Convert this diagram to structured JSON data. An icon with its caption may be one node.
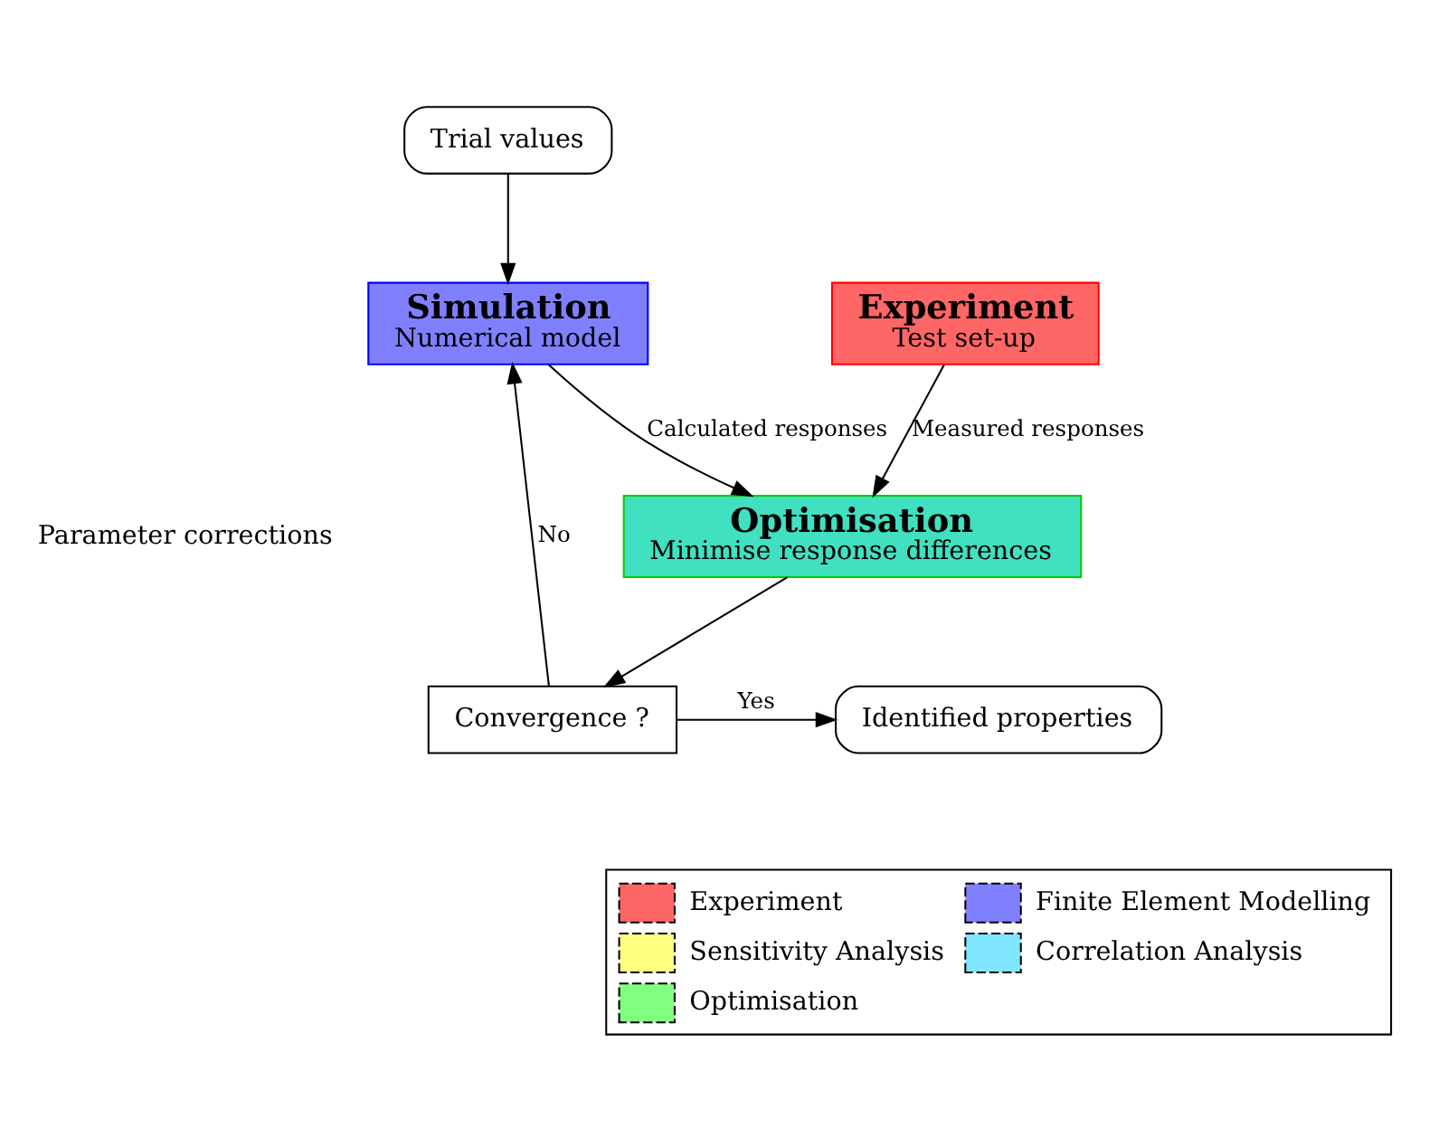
{
  "diagram": {
    "nodes": [
      {
        "text": [
          "Trial values"
        ]
      },
      {
        "text": [
          "Experiment",
          "Test set-up"
        ]
      },
      {
        "text": [
          "Simulation",
          "Numerical model"
        ]
      },
      {
        "text": [
          "Optimisation",
          "Minimise response differences"
        ]
      },
      {
        "text": [
          "Convergence ?"
        ]
      },
      {
        "text": [
          "Identified properties"
        ]
      }
    ],
    "edges": [
      {
        "from": 0,
        "to": 2,
        "arrow": "to"
      },
      {
        "from": 1,
        "to": 3,
        "arrow": "to",
        "label": "Measured responses"
      },
      {
        "from": 2,
        "to": 3,
        "arrow": "to",
        "label": "Calculated responses"
      },
      {
        "from": 3,
        "to": 4,
        "arrow": "to"
      },
      {
        "from": 4,
        "to": 5,
        "arrow": "to",
        "label": "Yes"
      },
      {
        "from": 4,
        "to": 2,
        "arrow": "to",
        "label": "No"
      }
    ],
    "labels": [
      "Parameter corrections"
    ],
    "legend": [
      {
        "text": "Experiment",
        "color": "#ff6666"
      },
      {
        "text": "Finite Element Modelling",
        "color": "#8080ff"
      },
      {
        "text": "Sensitivity Analysis",
        "color": "#ffff80"
      },
      {
        "text": "Correlation Analysis",
        "color": "#80e5ff"
      },
      {
        "text": "Optimisation",
        "color": "#80ff80"
      }
    ]
  }
}
